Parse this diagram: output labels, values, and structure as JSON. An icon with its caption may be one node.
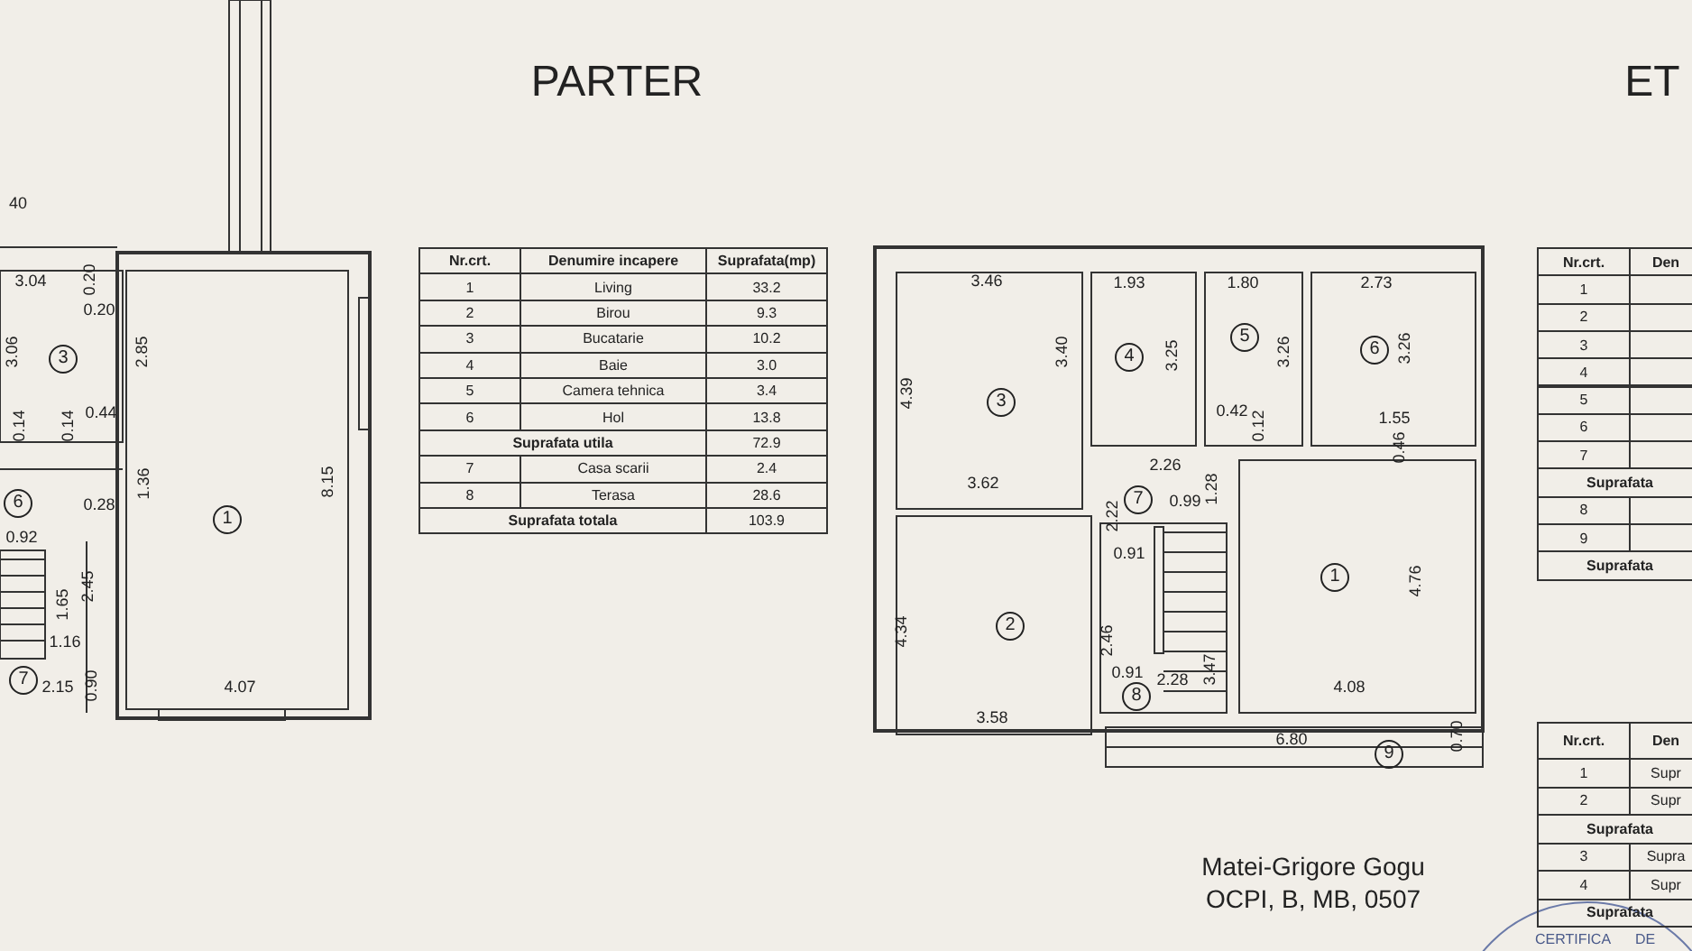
{
  "diagram": {
    "title": "PARTER",
    "labels": [
      "40",
      "3.04",
      "0.20",
      "0.20",
      "3.06",
      "3",
      "2.85",
      "0.44",
      "0.14",
      "0.14",
      "1.36",
      "6",
      "0.28",
      "0.92",
      "2.45",
      "1.65",
      "1.16",
      "7",
      "2.15",
      "0.90",
      "1",
      "8.15",
      "4.07",
      "ET",
      "Nr.crt.",
      "Denumire incapere",
      "Suprafata(mp)",
      "1",
      "Living",
      "33.2",
      "2",
      "Birou",
      "9.3",
      "3",
      "Bucatarie",
      "10.2",
      "4",
      "Baie",
      "3.0",
      "5",
      "Camera tehnica",
      "3.4",
      "6",
      "Hol",
      "13.8",
      "Suprafata utila",
      "72.9",
      "7",
      "Casa scarii",
      "2.4",
      "8",
      "Terasa",
      "28.6",
      "Suprafata totala",
      "103.9",
      "3.46",
      "4.39",
      "3",
      "3.40",
      "1.93",
      "4",
      "3.25",
      "1.80",
      "5",
      "3.26",
      "0.42",
      "0.12",
      "2.73",
      "6",
      "3.26",
      "1.55",
      "0.46",
      "3.62",
      "2.26",
      "1.28",
      "7",
      "0.99",
      "2.22",
      "0.91",
      "2",
      "4.34",
      "1",
      "4.76",
      "2.46",
      "0.91",
      "2.28",
      "3.47",
      "8",
      "3.58",
      "4.08",
      "6.80",
      "9",
      "0.70",
      "Nr.crt.",
      "Den",
      "1",
      "2",
      "3",
      "4",
      "5",
      "6",
      "7",
      "Suprafata",
      "8",
      "9",
      "Suprafata",
      "Nr.crt.",
      "Den",
      "1",
      "Supr",
      "2",
      "Supr",
      "Suprafata",
      "3",
      "Supra",
      "4",
      "Supr",
      "Suprafata",
      "CERTIFICA",
      "DE",
      "Matei-Grigore Gogu",
      "OCPI, B, MB, 0507"
    ]
  }
}
